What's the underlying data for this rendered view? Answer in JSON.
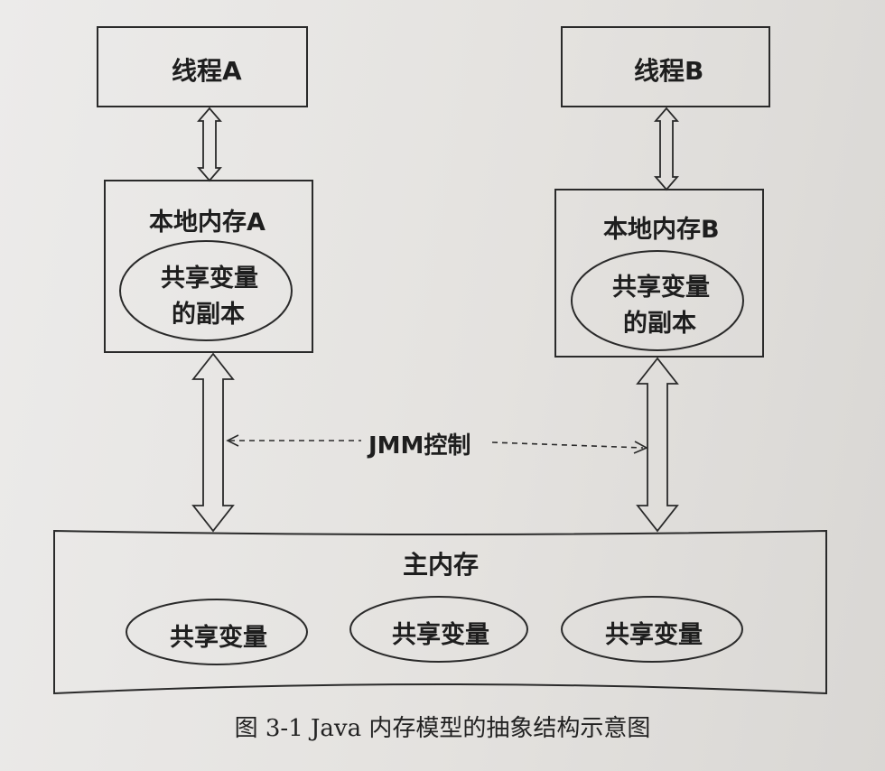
{
  "thread_a": {
    "label": "线程A"
  },
  "thread_b": {
    "label": "线程B"
  },
  "local_a": {
    "label": "本地内存A",
    "copy_line1": "共享变量",
    "copy_line2": "的副本"
  },
  "local_b": {
    "label": "本地内存B",
    "copy_line1": "共享变量",
    "copy_line2": "的副本"
  },
  "jmm": {
    "label": "JMM控制"
  },
  "main_memory": {
    "label": "主内存",
    "variables": [
      "共享变量",
      "共享变量",
      "共享变量"
    ]
  },
  "caption": "图 3-1    Java 内存模型的抽象结构示意图",
  "colors": {
    "line": "#2a2a2a",
    "paper": "#e8e6e4"
  }
}
